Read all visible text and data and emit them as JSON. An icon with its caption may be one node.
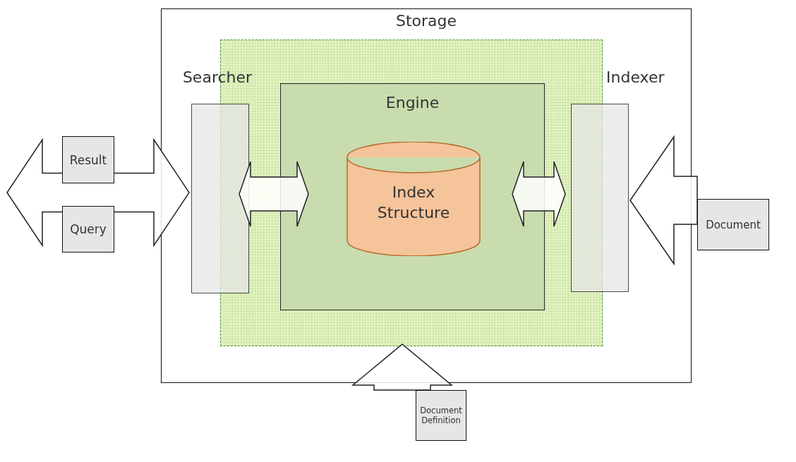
{
  "diagram": {
    "nodes": [
      {
        "text": [
          "Storage"
        ]
      },
      {
        "text": [],
        "shape": "box",
        "in": 0
      },
      {
        "text": [
          "Searcher"
        ],
        "in": 0
      },
      {
        "text": [
          "Engine"
        ],
        "in": 1
      },
      {
        "text": [
          "Index Structure"
        ],
        "in": 3
      },
      {
        "text": [
          "Indexer"
        ],
        "in": 0
      },
      {
        "text": [
          "Result"
        ]
      },
      {
        "text": [
          "Query"
        ]
      },
      {
        "text": [
          "Document"
        ]
      },
      {
        "text": [
          "Document Definition"
        ]
      }
    ],
    "edges": [
      {
        "from": null,
        "to": 2,
        "arrow": "both"
      },
      {
        "from": 2,
        "to": 3,
        "arrow": "both"
      },
      {
        "from": 3,
        "to": 5,
        "arrow": "both"
      },
      {
        "from": 8,
        "to": 5,
        "arrow": "to"
      },
      {
        "from": 9,
        "to": 1,
        "arrow": "to"
      }
    ]
  }
}
